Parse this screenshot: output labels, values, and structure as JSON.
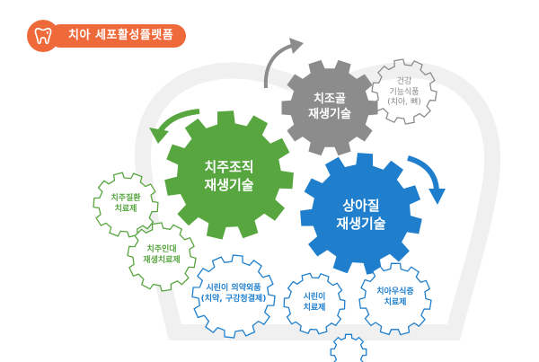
{
  "header": {
    "title": "치아 세포활성플랫폼",
    "icon": "tooth-icon"
  },
  "colors": {
    "accent": "#ef6a3b",
    "green": "#57a640",
    "gray": "#8c8c8c",
    "blue": "#1f7fcd",
    "background_tooth": "#f2f2f2"
  },
  "gears": {
    "periodontal": {
      "line1": "치주조직",
      "line2": "재생기술"
    },
    "cementum": {
      "line1": "치조골",
      "line2": "재생기술"
    },
    "enamel": {
      "line1": "상아질",
      "line2": "재생기술"
    }
  },
  "products": {
    "health_food": {
      "line1": "건강",
      "line2": "기능식품",
      "line3": "(치아, 뼈)"
    },
    "periodontal_disease": {
      "line1": "치주질환",
      "line2": "치료제"
    },
    "periodontal_ligament": {
      "line1": "치주인대",
      "line2": "재생치료제"
    },
    "sensitive_quasi": {
      "line1": "시린이 의약외품",
      "line2": "(치약, 구강청결제)"
    },
    "sensitive_treatment": {
      "line1": "시린이",
      "line2": "치료제"
    },
    "caries_treatment": {
      "line1": "치아우식증",
      "line2": "치료제"
    }
  }
}
